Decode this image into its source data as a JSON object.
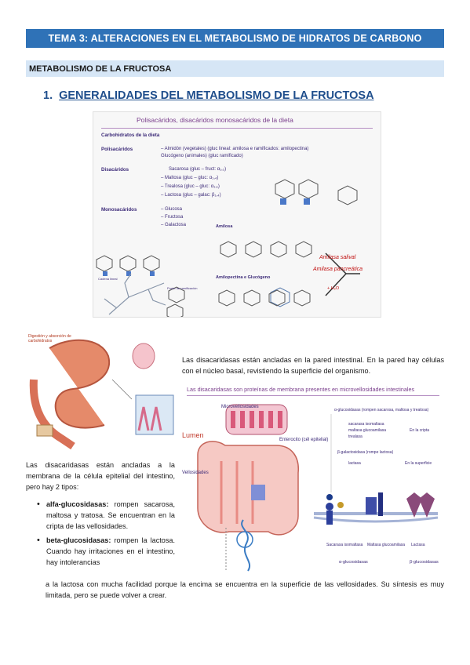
{
  "topic_banner": "TEMA 3: ALTERACIONES EN EL METABOLISMO DE HIDRATOS DE CARBONO",
  "section_banner": "METABOLISMO DE LA FRUCTOSA",
  "heading": {
    "number": "1.",
    "text": "GENERALIDADES DEL METABOLISMO DE LA FRUCTOSA"
  },
  "slide1": {
    "title": "Polisacáridos, disacáridos monosacáridos de la dieta",
    "subtitle": "Carbohidratos de la dieta",
    "labels": {
      "polisacaridos": "Polisacáridos",
      "disacaridos": "Disacáridos",
      "monosacaridos": "Monosacáridos"
    },
    "poly_lines": [
      "– Almidón (vegetales) (gluc lineal: amilosa e ramificados: amilopectina)",
      "  Glucógeno (animales) (gluc ramificado)"
    ],
    "di_lines": [
      "Sacarosa (gluc – fruct: α₁,₂)",
      "– Maltosa (gluc – gluc: α₁,₄)",
      "– Trealosa (gluc – gluc: α₁,₁)",
      "– Lactosa (gluc – galac: β₁,₄)"
    ],
    "mono_lines": [
      "– Glucosa",
      "– Fructosa",
      "– Galactosa"
    ],
    "amilosa": "Amilosa",
    "amilopectina": "Amilopectina e Glucógeno",
    "amilasa_salival": "Amilasa salival",
    "amilasa_pancreatica": "Amilasa pancreática",
    "agua": "+ H₂O",
    "cadena_lineal": "Cadena lineal",
    "punto_ramificacion": "Punto de ramificación"
  },
  "digest_caption": "Digestión y absorción de\ncarbohidratos",
  "para1": "Las disacaridasas están ancladas en la pared intestinal. En la pared hay células con el núcleo basal, revistiendo la superficie del organismo.",
  "slide2": {
    "title": "Las disacaridasas son proteínas de membrana presentes en microvellosidades intestinales",
    "lumen": "Lumen",
    "microvellosidades": "Microvellosidades",
    "enterocito": "Enterocito (cél epitelial)",
    "vellosidades": "Vellosidades",
    "alfa_gluc": "α-glucosidasas (rompen sacarosa, maltosa y trealosa)",
    "sacarasa": "sacarasa isomaltasa",
    "maltasa": "maltasa glucoamilasa",
    "trealasa": "trealasa",
    "cripta": "En la cripta",
    "beta_gal": "β-galactosidasa (rompe lactosa)",
    "lactasa": "lactasa",
    "superficie": "En la superficie",
    "sacarasa2": "Sacarasa isomaltasa",
    "maltasa2": "Maltasa glucoamilasa",
    "lactasa2": "Lactasa",
    "alfa_short": "α-glucosidasas",
    "beta_short": "β-glucosidasas"
  },
  "para2": "Las disacaridasas están ancladas a la membrana de la célula epitelial del intestino, pero hay 2 tipos:",
  "bullet1": {
    "term": "alfa-glucosidasas:",
    "text": " rompen sacarosa, maltosa y tratosa. Se encuentran en la cripta de las vellosidades."
  },
  "bullet2": {
    "term": "beta-glucosidasas:",
    "text": " rompen la lactosa. Cuando hay irritaciones en el intestino, hay intolerancias"
  },
  "para3": "a la lactosa con mucha facilidad porque la encima se encuentra en la superficie de las vellosidades. Su síntesis es muy limitada, pero se puede volver a crear."
}
